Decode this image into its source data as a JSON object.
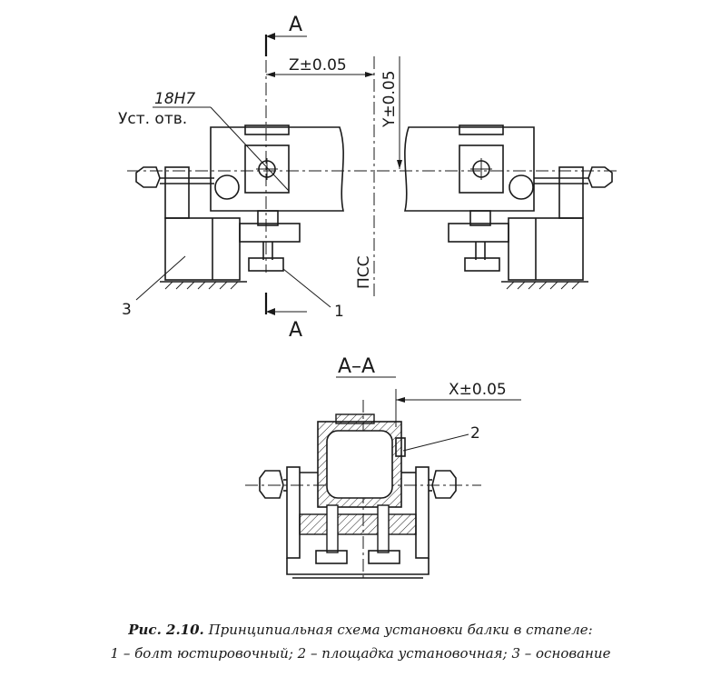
{
  "labels": {
    "section_marker": "A",
    "dim_z": "Z±0.05",
    "dim_y": "Y±0.05",
    "dim_x": "X±0.05",
    "hole_fit": "18H7",
    "hole_name": "Уст. отв.",
    "psc": "ПСС",
    "section_title": "А–А",
    "callout_1": "1",
    "callout_2": "2",
    "callout_3": "3"
  },
  "caption": {
    "figure_number": "Рис. 2.10.",
    "title": "Принципиальная схема установки балки в стапеле:",
    "legend": "1 – болт юстировочный; 2 – площадка установочная; 3 – основание"
  }
}
